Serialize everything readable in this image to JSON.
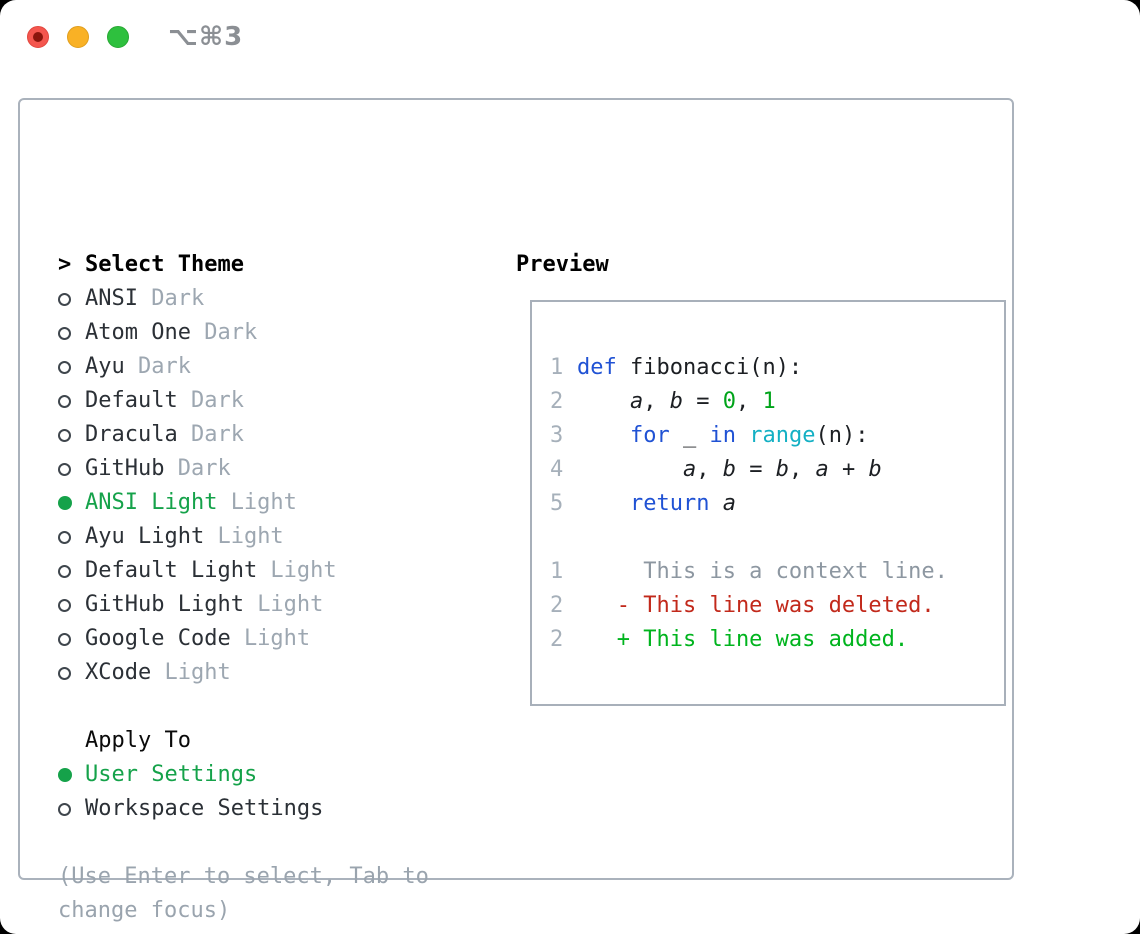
{
  "titlebar": {
    "shortcut": "⌥⌘3"
  },
  "theme_list": {
    "header_prefix": ">",
    "header": "Select Theme",
    "items": [
      {
        "name": "ANSI",
        "variant": "Dark",
        "selected": false
      },
      {
        "name": "Atom One",
        "variant": "Dark",
        "selected": false
      },
      {
        "name": "Ayu",
        "variant": "Dark",
        "selected": false
      },
      {
        "name": "Default",
        "variant": "Dark",
        "selected": false
      },
      {
        "name": "Dracula",
        "variant": "Dark",
        "selected": false
      },
      {
        "name": "GitHub",
        "variant": "Dark",
        "selected": false
      },
      {
        "name": "ANSI Light",
        "variant": "Light",
        "selected": true
      },
      {
        "name": "Ayu Light",
        "variant": "Light",
        "selected": false
      },
      {
        "name": "Default Light",
        "variant": "Light",
        "selected": false
      },
      {
        "name": "GitHub Light",
        "variant": "Light",
        "selected": false
      },
      {
        "name": "Google Code",
        "variant": "Light",
        "selected": false
      },
      {
        "name": "XCode",
        "variant": "Light",
        "selected": false
      }
    ]
  },
  "apply_to": {
    "header": "Apply To",
    "options": [
      {
        "label": "User Settings",
        "selected": true
      },
      {
        "label": "Workspace Settings",
        "selected": false
      }
    ]
  },
  "help": {
    "line1": "(Use Enter to select, Tab to",
    "line2": "change focus)"
  },
  "preview": {
    "header": "Preview",
    "code_lines": [
      {
        "num": "1",
        "tokens": [
          {
            "t": "def",
            "c": "kw"
          },
          {
            "t": " fibonacci(n):",
            "c": "plain"
          }
        ]
      },
      {
        "num": "2",
        "tokens": [
          {
            "t": "    ",
            "c": "plain"
          },
          {
            "t": "a",
            "c": "var"
          },
          {
            "t": ", ",
            "c": "plain"
          },
          {
            "t": "b",
            "c": "var"
          },
          {
            "t": " = ",
            "c": "plain"
          },
          {
            "t": "0",
            "c": "num"
          },
          {
            "t": ", ",
            "c": "plain"
          },
          {
            "t": "1",
            "c": "num"
          }
        ]
      },
      {
        "num": "3",
        "tokens": [
          {
            "t": "    ",
            "c": "plain"
          },
          {
            "t": "for",
            "c": "kw"
          },
          {
            "t": " _ ",
            "c": "plain"
          },
          {
            "t": "in",
            "c": "kw"
          },
          {
            "t": " ",
            "c": "plain"
          },
          {
            "t": "range",
            "c": "builtin"
          },
          {
            "t": "(n):",
            "c": "plain"
          }
        ]
      },
      {
        "num": "4",
        "tokens": [
          {
            "t": "        ",
            "c": "plain"
          },
          {
            "t": "a",
            "c": "var"
          },
          {
            "t": ", ",
            "c": "plain"
          },
          {
            "t": "b",
            "c": "var"
          },
          {
            "t": " = ",
            "c": "plain"
          },
          {
            "t": "b",
            "c": "var"
          },
          {
            "t": ", ",
            "c": "plain"
          },
          {
            "t": "a",
            "c": "var"
          },
          {
            "t": " + ",
            "c": "plain"
          },
          {
            "t": "b",
            "c": "var"
          }
        ]
      },
      {
        "num": "5",
        "tokens": [
          {
            "t": "    ",
            "c": "plain"
          },
          {
            "t": "return",
            "c": "kw"
          },
          {
            "t": " ",
            "c": "plain"
          },
          {
            "t": "a",
            "c": "var"
          }
        ]
      }
    ],
    "diff_lines": [
      {
        "num": "1",
        "text": "     This is a context line.",
        "type": "context"
      },
      {
        "num": "2",
        "text": "   - This line was deleted.",
        "type": "deleted"
      },
      {
        "num": "2",
        "text": "   + This line was added.",
        "type": "added"
      }
    ]
  },
  "colors": {
    "selection_green": "#15a24a",
    "diff_added_green": "#00b41e",
    "diff_deleted_red": "#c2291b",
    "number_literal_green": "#00a41a",
    "keyword_blue": "#2052d4",
    "builtin_cyan": "#14b0c4",
    "variant_gray": "#9da7b1",
    "help_gray": "#9aa4ae",
    "panel_border": "#aab2bc",
    "traffic_red": "#f4564e",
    "traffic_yellow": "#f9b125",
    "traffic_green": "#2ec03e"
  }
}
